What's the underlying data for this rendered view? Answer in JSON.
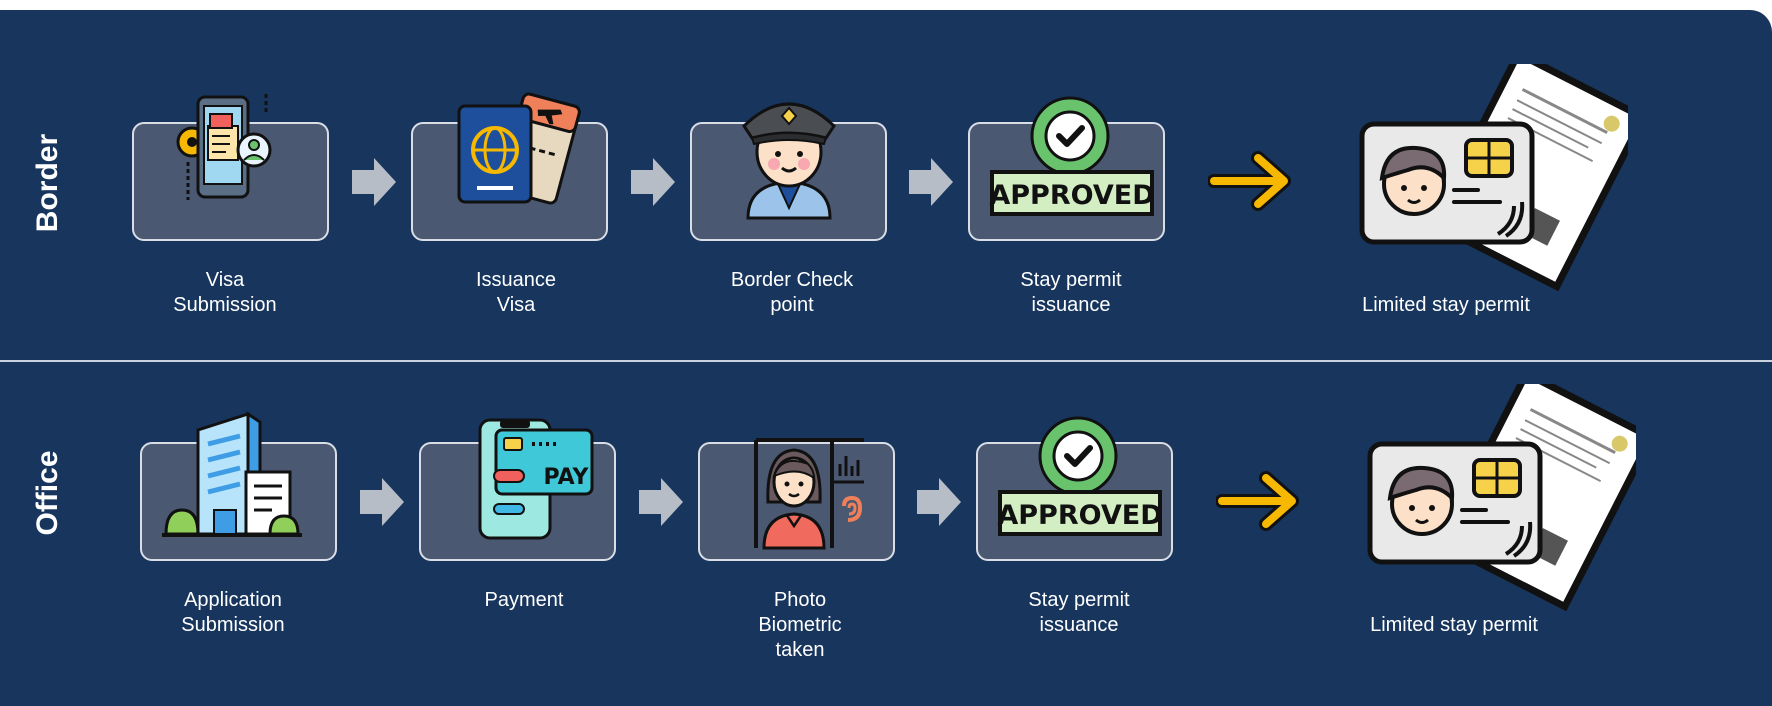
{
  "lanes": [
    {
      "label": "Border",
      "steps": [
        {
          "caption": "Visa\nSubmission",
          "icon": "mobile-visa-application-icon"
        },
        {
          "caption": "Issuance\nVisa",
          "icon": "passport-ticket-icon"
        },
        {
          "caption": "Border Check\npoint",
          "icon": "border-officer-icon"
        },
        {
          "caption": "Stay permit\nissuance",
          "icon": "approved-stamp-icon"
        }
      ],
      "stamp_text": "APPROVED",
      "result": {
        "caption": "Limited stay permit",
        "icon": "id-card-permit-icon"
      }
    },
    {
      "label": "Office",
      "steps": [
        {
          "caption": "Application\nSubmission",
          "icon": "office-building-icon"
        },
        {
          "caption": "Payment",
          "icon": "mobile-pay-card-icon",
          "pay_text": "PAY"
        },
        {
          "caption": "Photo\nBiometric\ntaken",
          "icon": "photo-biometric-icon"
        },
        {
          "caption": "Stay permit\nissuance",
          "icon": "approved-stamp-icon"
        }
      ],
      "stamp_text": "APPROVED",
      "result": {
        "caption": "Limited stay permit",
        "icon": "id-card-permit-icon"
      }
    }
  ],
  "colors": {
    "background": "#17355d",
    "card": "#4b5871",
    "chevron": "#b7bdc6",
    "result_arrow": "#f6b800"
  }
}
